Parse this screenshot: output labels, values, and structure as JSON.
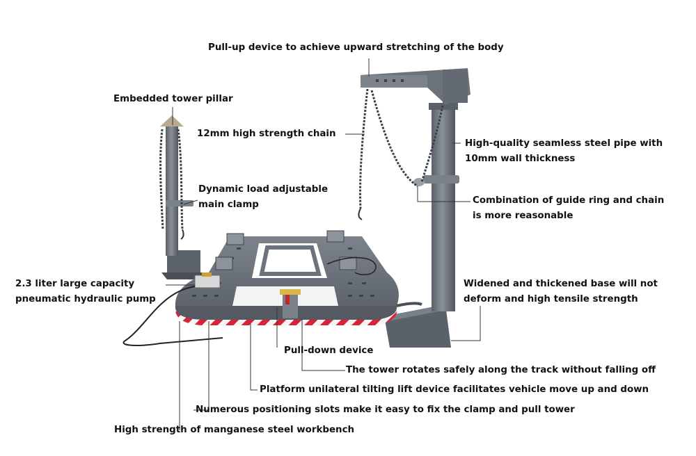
{
  "colors": {
    "background": "#ffffff",
    "metal": "#6d737c",
    "metal_dark": "#4a4f57",
    "metal_light": "#9aa0a8",
    "stripe_red": "#d6233a",
    "stripe_white": "#f4f4f4",
    "text": "#111111"
  },
  "callouts": {
    "pull_up": "Pull-up device to achieve upward stretching of the body",
    "tower_pillar": "Embedded tower pillar",
    "chain": "12mm high strength chain",
    "steel_pipe_1": "High-quality seamless steel pipe with",
    "steel_pipe_2": "10mm wall thickness",
    "main_clamp_1": "Dynamic load adjustable",
    "main_clamp_2": "main clamp",
    "guide_ring_1": "Combination of guide ring and chain",
    "guide_ring_2": "is more reasonable",
    "pump_1": "2.3 liter large capacity",
    "pump_2": "pneumatic hydraulic pump",
    "base_1": "Widened and thickened  base will not",
    "base_2": "deform and high tensile strength",
    "pull_down": "Pull-down device",
    "tower_rotates": "The tower rotates safely along the track without falling off",
    "tilting_lift": "Platform unilateral tilting lift device facilitates vehicle move up and down",
    "positioning_slots": "Numerous positioning slots make it easy to fix the clamp and pull tower",
    "workbench": "High strength of manganese steel workbench"
  }
}
